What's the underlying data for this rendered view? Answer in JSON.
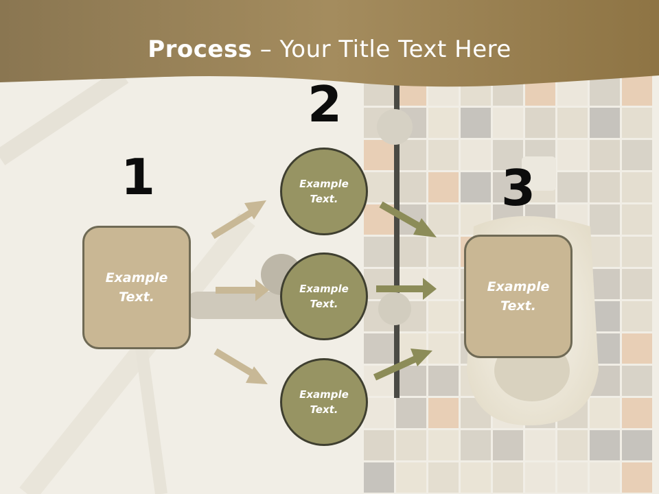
{
  "title": {
    "bold": "Process",
    "rest": " – Your Title Text Here"
  },
  "step_numbers": [
    "1",
    "2",
    "3"
  ],
  "left_box": {
    "text": "Example\nText."
  },
  "circles": [
    {
      "text": "Example\nText."
    },
    {
      "text": "Example\nText."
    },
    {
      "text": "Example\nText."
    }
  ],
  "right_box": {
    "text": "Example\nText."
  },
  "colors": {
    "header": "#8b7548",
    "box_fill": "#c9b794",
    "circle_fill": "#979463",
    "left_arrow": "#c8b896",
    "right_arrow": "#8c8c58"
  }
}
